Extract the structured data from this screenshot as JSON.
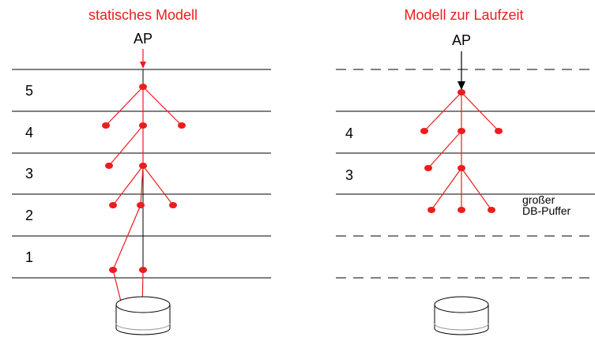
{
  "colors": {
    "accent": "#ee1c1c",
    "line": "#000000",
    "disk_fill": "#ffffff"
  },
  "static_model": {
    "title": "statisches Modell",
    "ap_label": "AP",
    "layers": [
      "5",
      "4",
      "3",
      "2",
      "1"
    ]
  },
  "runtime_model": {
    "title": "Modell zur Laufzeit",
    "ap_label": "AP",
    "layers": [
      "4",
      "3"
    ],
    "buffer_label_line1": "großer",
    "buffer_label_line2": "DB-Puffer"
  }
}
